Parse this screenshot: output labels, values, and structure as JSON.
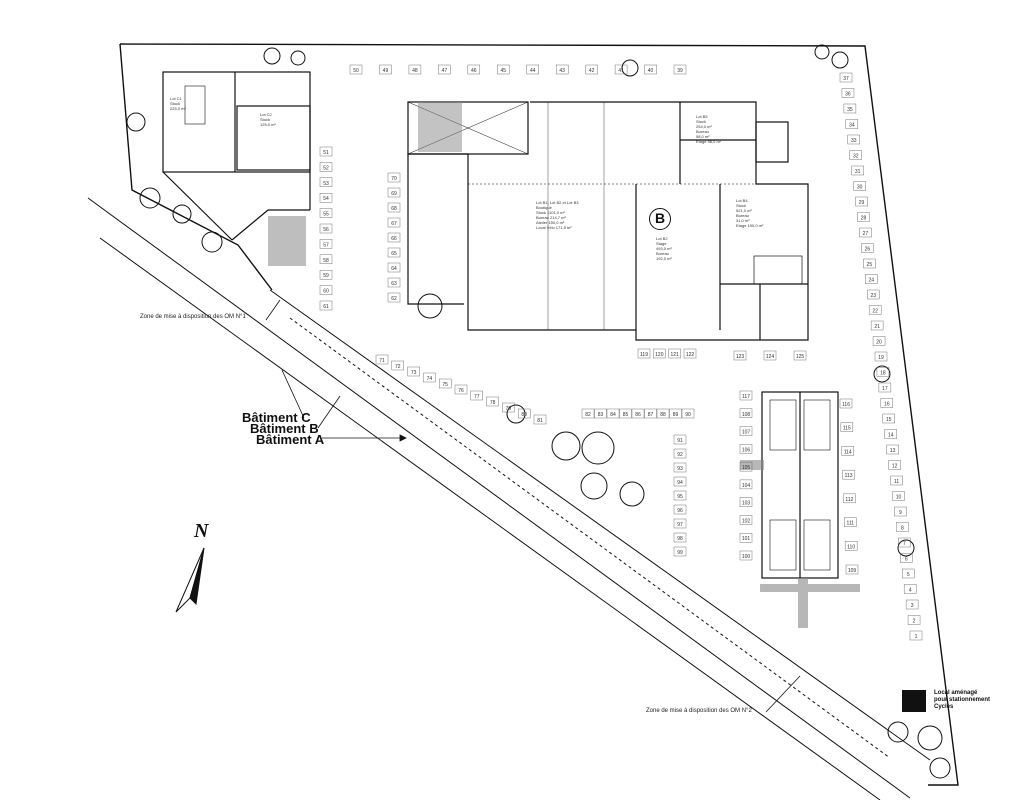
{
  "buildings": {
    "c": "Bâtiment C",
    "b": "Bâtiment B",
    "a": "Bâtiment A"
  },
  "zones": {
    "zone1": "Zone de mise à disposition des OM N°1",
    "zone2": "Zone de mise à disposition des OM N°2"
  },
  "bike_room": {
    "line1": "Local aménagé",
    "line2": "pour stationnement",
    "line3": "Cycles"
  },
  "north_label": "N",
  "badge_b": "B",
  "parking_top": [
    "50",
    "49",
    "48",
    "47",
    "46",
    "45",
    "44",
    "43",
    "42",
    "41",
    "40",
    "39"
  ],
  "parking_right": [
    "37",
    "36",
    "35",
    "34",
    "33",
    "32",
    "31",
    "30",
    "29",
    "28",
    "27",
    "26",
    "25",
    "24",
    "23",
    "22",
    "21",
    "20",
    "19",
    "18",
    "17",
    "16",
    "15",
    "14",
    "13",
    "12",
    "11",
    "10",
    "9",
    "8",
    "7",
    "6",
    "5",
    "4",
    "3",
    "2",
    "1"
  ],
  "parking_left_col": [
    "51",
    "52",
    "53",
    "54",
    "55",
    "56",
    "57",
    "58",
    "59",
    "60",
    "61"
  ],
  "parking_mid_col": [
    "70",
    "69",
    "68",
    "67",
    "66",
    "65",
    "64",
    "63",
    "62"
  ],
  "parking_row_mid": [
    "82",
    "83",
    "84",
    "85",
    "86",
    "87",
    "88",
    "89",
    "90"
  ],
  "parking_mid_right_col": [
    "91",
    "92",
    "93",
    "94",
    "95",
    "96",
    "97",
    "98",
    "99"
  ],
  "parking_row_b": [
    "119",
    "120",
    "121",
    "122"
  ],
  "parking_bottom_b": [
    "123",
    "124",
    "125"
  ],
  "parking_a_col": [
    "117",
    "108",
    "107",
    "106",
    "105",
    "104",
    "103",
    "102",
    "101",
    "100"
  ],
  "parking_a_right": [
    "116",
    "115",
    "114",
    "113",
    "112",
    "111",
    "110",
    "109"
  ],
  "parking_small": [
    "71",
    "72",
    "73",
    "74",
    "75",
    "76",
    "77",
    "78",
    "79",
    "80",
    "81"
  ],
  "lots": {
    "lot_c1": "Lot C1\nStock\n225,0 m²",
    "lot_c2": "Lot C2\nStock\n125,0 m²",
    "lot_b": "Lot B1, Lot B2 et Lot B3\nBoutique\nStock 1101,0 m²\nBureau 214,7 m²\nAtelier 150,0 m²\nLocal Vélo 171,5 m²",
    "lot_b2": "Lot B2\nStage\n493,0 m²\nBureau\n192,0 m²",
    "lot_b4": "Lot B4\nStock\n521,0 m²\nBureau\n31,0 m²\nEtage 190,0 m²",
    "lot_b5": "Lot B5\nStock\n254,0 m²\nBureau\n58,0 m²\nEtage 58,0 m²"
  }
}
